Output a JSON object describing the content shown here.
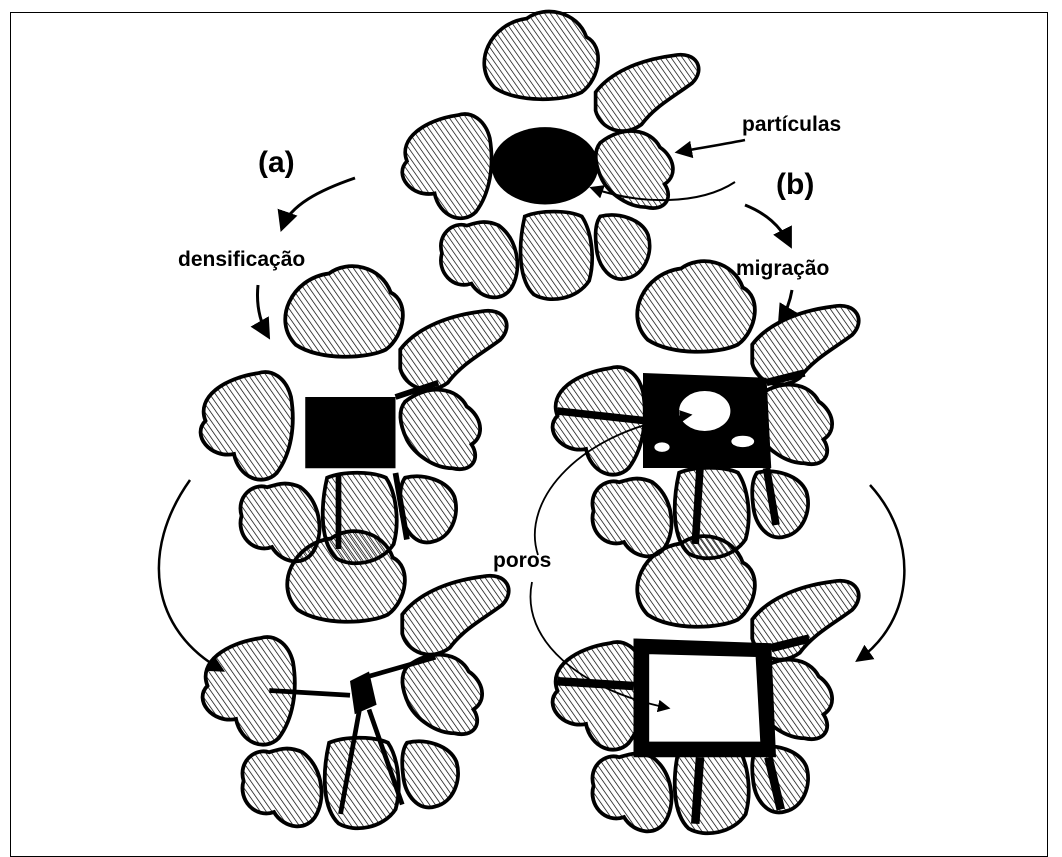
{
  "labels": {
    "particulas": "partículas",
    "a": "(a)",
    "b": "(b)",
    "densificacao": "densificação",
    "migracao": "migração",
    "poros": "poros"
  },
  "colors": {
    "ink": "#000000",
    "background": "#ffffff"
  }
}
